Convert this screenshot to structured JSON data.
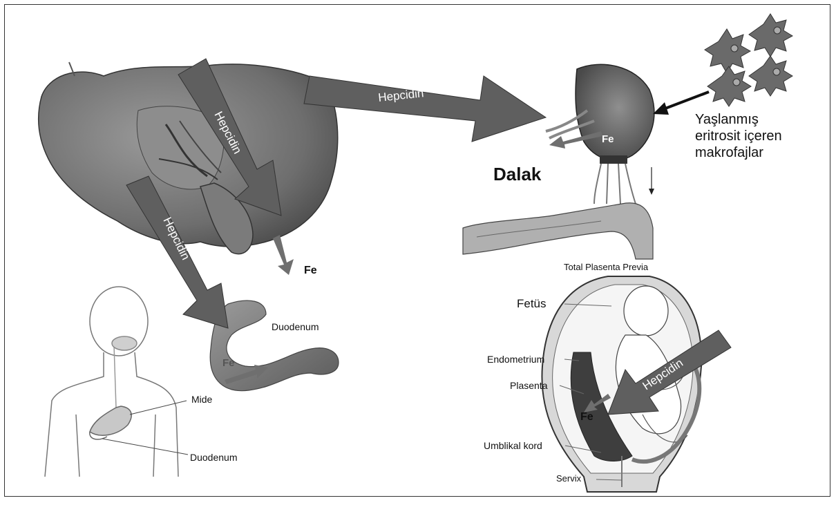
{
  "arrows": {
    "liver_to_spleen": "Hepcidin",
    "liver_down": "Hepcidin",
    "liver_to_duodenum": "Hepcidin",
    "placenta": "Hepcidin"
  },
  "labels": {
    "dalak": "Dalak",
    "macrophages_line1": "Yaşlanmış",
    "macrophages_line2": "eritrosit içeren",
    "macrophages_line3": "makrofajlar",
    "fe_spleen": "Fe",
    "fe_liver": "Fe",
    "fe_duodenum": "Fe",
    "fe_placenta": "Fe",
    "duodenum_top": "Duodenum",
    "mide": "Mide",
    "duodenum_bottom": "Duodenum",
    "placenta_title": "Total Plasenta Previa",
    "fetus": "Fetüs",
    "endometrium": "Endometrium",
    "plasenta": "Plasenta",
    "umblikal": "Umblikal kord",
    "servix": "Servix"
  },
  "colors": {
    "arrow_fill": "#5f5f5f",
    "organ_dark": "#6b6b6b",
    "organ_mid": "#8a8a8a",
    "organ_light": "#b5b5b5"
  }
}
